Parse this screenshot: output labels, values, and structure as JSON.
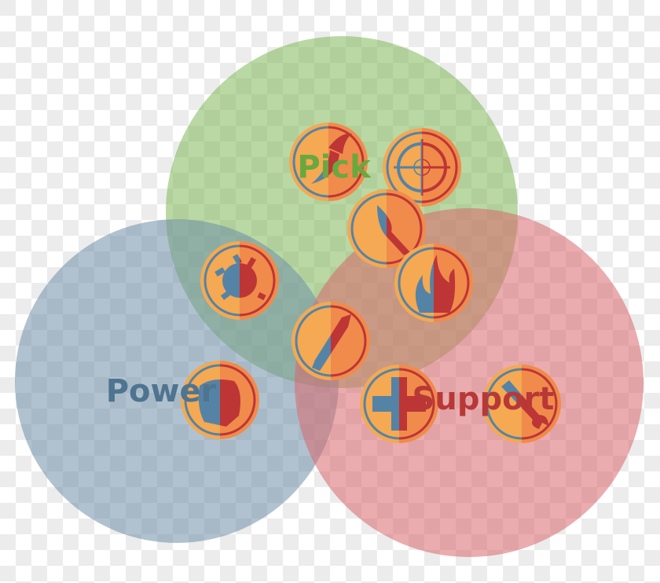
{
  "diagram": {
    "sets": [
      {
        "label": "Pick",
        "color": "#7fb85a",
        "text_color": "#6aa83f"
      },
      {
        "label": "Power",
        "color": "#6f8fa8",
        "text_color": "#4f7490"
      },
      {
        "label": "Support",
        "color": "#d9676c",
        "text_color": "#b83838"
      }
    ],
    "icons": [
      {
        "name": "scout-icon",
        "glyph": "winged-shoe",
        "sets": [
          "Pick"
        ]
      },
      {
        "name": "sniper-icon",
        "glyph": "crosshair",
        "sets": [
          "Pick"
        ]
      },
      {
        "name": "spy-icon",
        "glyph": "knife",
        "sets": [
          "Pick",
          "Support"
        ]
      },
      {
        "name": "pyro-icon",
        "glyph": "flame",
        "sets": [
          "Pick",
          "Support"
        ]
      },
      {
        "name": "demoman-icon",
        "glyph": "bomb",
        "sets": [
          "Pick",
          "Power"
        ]
      },
      {
        "name": "soldier-icon",
        "glyph": "rocket",
        "sets": [
          "Pick",
          "Power",
          "Support"
        ]
      },
      {
        "name": "heavy-icon",
        "glyph": "fist",
        "sets": [
          "Power"
        ]
      },
      {
        "name": "medic-icon",
        "glyph": "cross",
        "sets": [
          "Support"
        ]
      },
      {
        "name": "engineer-icon",
        "glyph": "wrench",
        "sets": [
          "Support"
        ]
      }
    ],
    "colors": {
      "blue_team": "#5583a6",
      "red_team": "#bd3535",
      "badge_light": "#f4a952",
      "badge_dark": "#f08b4b"
    }
  }
}
